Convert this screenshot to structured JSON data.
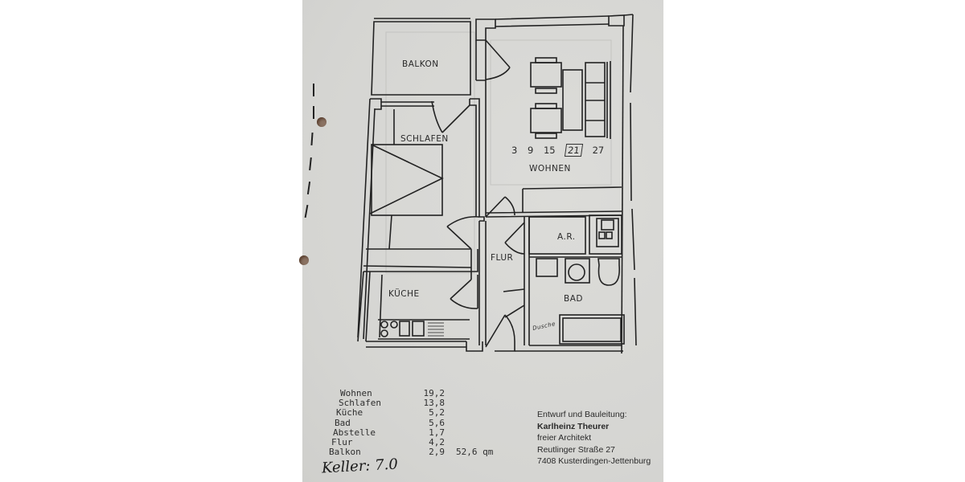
{
  "rooms": {
    "balkon": "BALKON",
    "schlafen": "SCHLAFEN",
    "wohnen": "WOHNEN",
    "ar": "A.R.",
    "flur": "FLUR",
    "kueche": "KÜCHE",
    "bad": "BAD",
    "dusche_note": "Dusche"
  },
  "scale_numbers": [
    "3",
    "9",
    "15",
    "21",
    "27"
  ],
  "areas": {
    "rows": [
      {
        "name": "Wohnen",
        "value": "19,2"
      },
      {
        "name": "Schlafen",
        "value": "13,8"
      },
      {
        "name": "Küche",
        "value": "5,2"
      },
      {
        "name": "Bad",
        "value": "5,6"
      },
      {
        "name": "Abstelle",
        "value": "1,7"
      },
      {
        "name": "Flur",
        "value": "4,2"
      },
      {
        "name": "Balkon",
        "value": "2,9"
      }
    ],
    "total": "52,6 qm"
  },
  "handwritten": "Keller: 7.0",
  "architect": {
    "heading": "Entwurf und Bauleitung:",
    "name": "Karlheinz Theurer",
    "title": "freier Architekt",
    "street": "Reutlinger Straße 27",
    "city": "7408 Kusterdingen-Jettenburg"
  },
  "colors": {
    "paper": "#d9d9d6",
    "ink": "#2a2a2a",
    "background": "#ffffff"
  }
}
